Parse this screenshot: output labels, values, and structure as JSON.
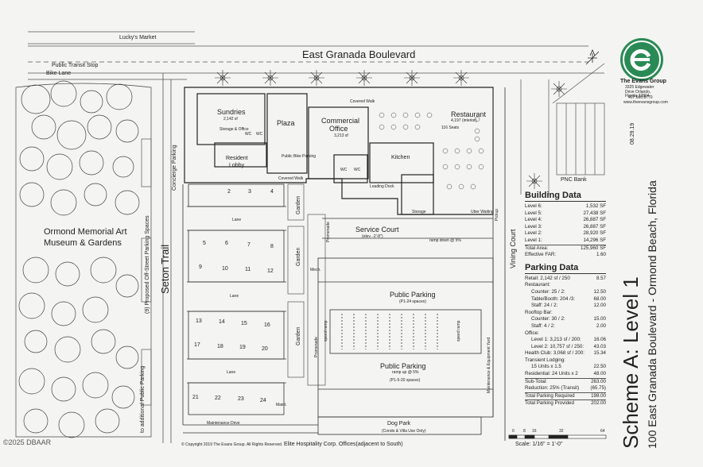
{
  "streets": {
    "top_small": "Lucky's Market",
    "main": "East Granada Boulevard",
    "transit": "Public Transit Stop",
    "bike": "Bike Lane",
    "concierge": "Concierge Parking",
    "seton": "Seton Trail",
    "vining": "Vining Court",
    "proposed": "(9) Proposed Off-Street Parking Spaces",
    "additional": "to additional Public Parking",
    "bottom": "Elite Hospitality Corp. Offices(adjacent to South)",
    "copyright": "© Copyright 2019  The Evans Group.  All Rights Reserved."
  },
  "museum": {
    "line1": "Ormond Memorial Art",
    "line2": "Museum & Gardens"
  },
  "rooms": {
    "sundries": "Sundries",
    "sundries_sf": "2,142 sf",
    "storage": "Storage & Office",
    "wc": "WC",
    "plaza": "Plaza",
    "commercial": "Commercial",
    "office": "Office",
    "office_sf": "3,213 sf",
    "restaurant": "Restaurant",
    "restaurant_sf": "4,197 (interior)",
    "seats": "116 Seats",
    "kitchen": "Kitchen",
    "resident_lobby": "Resident Lobby",
    "loading": "Loading Dock",
    "storage2": "Storage",
    "uber": "Uber Waiting",
    "pickup": "Pickup",
    "covered_walk": "Covered Walk",
    "bike_parking": "Public Bike Parking",
    "service": "Service Court",
    "service_elev": "(elev. -2'-8\")",
    "ramp_down": "ramp down @ 5%",
    "garden": "Garden",
    "mech": "Mech.",
    "promenade": "Promenade",
    "lane": "Lane",
    "maint_drive": "Maintenance Drive",
    "maint": "Maint.",
    "public_parking_1": "Public Parking",
    "pp1_sub": "(P1-24 spaces)",
    "public_parking_2": "Public Parking",
    "pp2_ramp": "ramp up @ 5%",
    "pp2_sub": "(P1-5-20 spaces)",
    "speed_ramp": "speed ramp",
    "maint_equip": "Maintenance & Equipment Yard",
    "dog_park": "Dog Park",
    "dog_park_sub": "(Condo & Villa Use Only)",
    "pnc": "PNC Bank",
    "units": [
      "2",
      "3",
      "4",
      "5",
      "6",
      "7",
      "8",
      "9",
      "10",
      "11",
      "12",
      "13",
      "14",
      "15",
      "16",
      "17",
      "18",
      "19",
      "20",
      "21",
      "22",
      "23",
      "24"
    ]
  },
  "logo": {
    "name": "The Evans Group",
    "address": "3325 Edgewater Drive Orlando, Florida 32804",
    "phone": "407.660.8770",
    "web": "www.theevansgroup.com"
  },
  "date": "08.29.19",
  "building": {
    "title": "Building Data",
    "rows": [
      {
        "k": "Level 6:",
        "v": "1,532 SF"
      },
      {
        "k": "Level 5:",
        "v": "27,438 SF"
      },
      {
        "k": "Level 4:",
        "v": "26,887 SF"
      },
      {
        "k": "Level 3:",
        "v": "26,887 SF"
      },
      {
        "k": "Level 2:",
        "v": "28,920 SF"
      },
      {
        "k": "Level 1:",
        "v": "14,296 SF"
      }
    ],
    "total_k": "Total Area:",
    "total_v": "125,960 SF",
    "far_k": "Effective FAR:",
    "far_v": "1.60"
  },
  "parking": {
    "title": "Parking Data",
    "rows": [
      {
        "k": "Retail: 2,142 sf / 250",
        "v": "8.57",
        "indent": false
      },
      {
        "k": "Restaurant:",
        "v": "",
        "indent": false
      },
      {
        "k": "Counter: 25 / 2:",
        "v": "12.50",
        "indent": true
      },
      {
        "k": "Table/Booth: 204 /3:",
        "v": "68.00",
        "indent": true
      },
      {
        "k": "Staff: 24 / 2:",
        "v": "12.00",
        "indent": true
      },
      {
        "k": "Rooftop Bar:",
        "v": "",
        "indent": false
      },
      {
        "k": "Counter: 30 / 2:",
        "v": "15.00",
        "indent": true
      },
      {
        "k": "Staff: 4 / 2:",
        "v": "2.00",
        "indent": true
      },
      {
        "k": "Office:",
        "v": "",
        "indent": false
      },
      {
        "k": "Level 1: 3,213 sf / 200:",
        "v": "16.06",
        "indent": true
      },
      {
        "k": "Level 2: 10,757 sf / 250:",
        "v": "43.03",
        "indent": true
      },
      {
        "k": "Health Club: 3,068 sf / 200:",
        "v": "15.34",
        "indent": false
      },
      {
        "k": "Transient Lodging:",
        "v": "",
        "indent": false
      },
      {
        "k": "15 Units x 1.5",
        "v": "22.50",
        "indent": true
      },
      {
        "k": "Residential: 24 Units x 2",
        "v": "48.00",
        "indent": false
      }
    ],
    "sub_k": "Sub-Total:",
    "sub_v": "263.00",
    "red_k": "Reduction: 25% (Transit)",
    "red_v": "(65.75)",
    "req_k": "Total Parking Required",
    "req_v": "198.00",
    "prov_k": "Total Parking Provided",
    "prov_v": "202.00"
  },
  "scale": {
    "ticks": [
      "0",
      "8",
      "16",
      "32",
      "64"
    ],
    "label": "Scale: 1/16\" = 1'-0\""
  },
  "scheme": {
    "title": "Scheme A: Level 1",
    "subtitle": "100 East Granada Boulevard - Ormond Beach, Florida"
  },
  "watermark": "©2025 DBAAR"
}
